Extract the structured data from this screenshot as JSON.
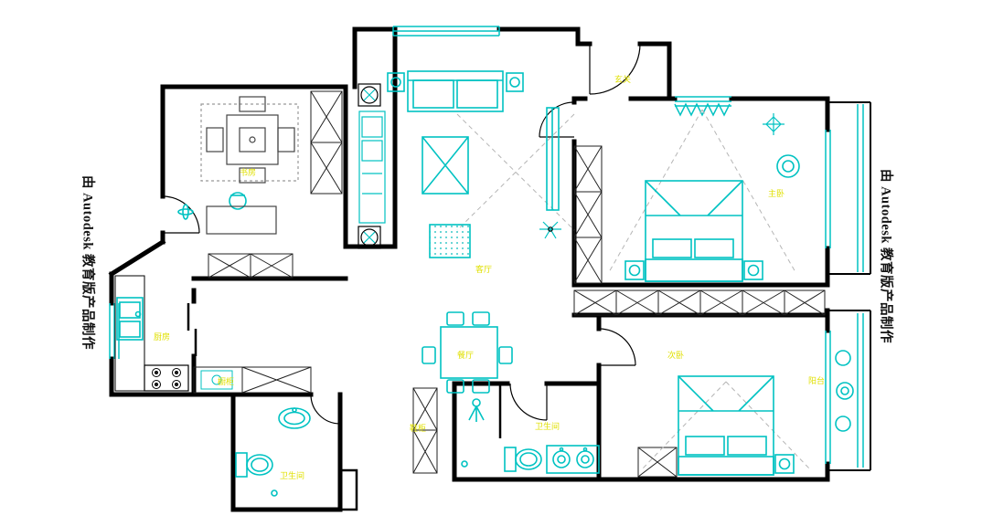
{
  "watermark": {
    "text": "由 Autodesk 教育版产品制作"
  },
  "rooms": {
    "study": "书房",
    "living": "客厅",
    "entry": "玄关",
    "master_bedroom": "主卧",
    "kitchen": "厨房",
    "cabinet": "橱柜",
    "dining": "餐厅",
    "bathroom_main": "卫生间",
    "bathroom_second": "卫生间",
    "second_bedroom": "次卧",
    "balcony": "阳台",
    "shoe_cabinet": "鞋柜"
  },
  "colors": {
    "wall": "#000000",
    "furniture": "#00c2c2",
    "room_label": "#e0e000"
  }
}
